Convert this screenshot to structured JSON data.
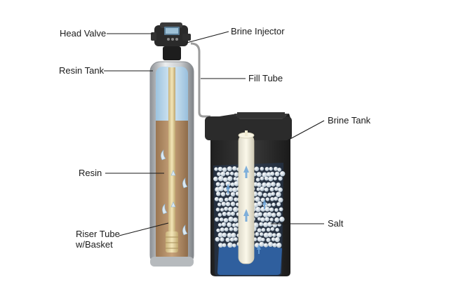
{
  "labels": {
    "head_valve": "Head Valve",
    "resin_tank": "Resin Tank",
    "resin": "Resin",
    "riser_line1": "Riser Tube",
    "riser_line2": "w/Basket",
    "brine_injector": "Brine Injector",
    "fill_tube": "Fill Tube",
    "brine_tank": "Brine Tank",
    "salt": "Salt"
  },
  "colors": {
    "water": "#bcd8ea",
    "resin": "#b08a64",
    "tank_shell": "#c9cccf",
    "brine_tank": "#2c2c2c",
    "salt": "#e8eef3",
    "brine_water": "#2f5f9e",
    "leader_line": "#1a1a1a"
  },
  "icons": [
    "water-flow-arrow-icon",
    "upflow-arrow-icon"
  ]
}
